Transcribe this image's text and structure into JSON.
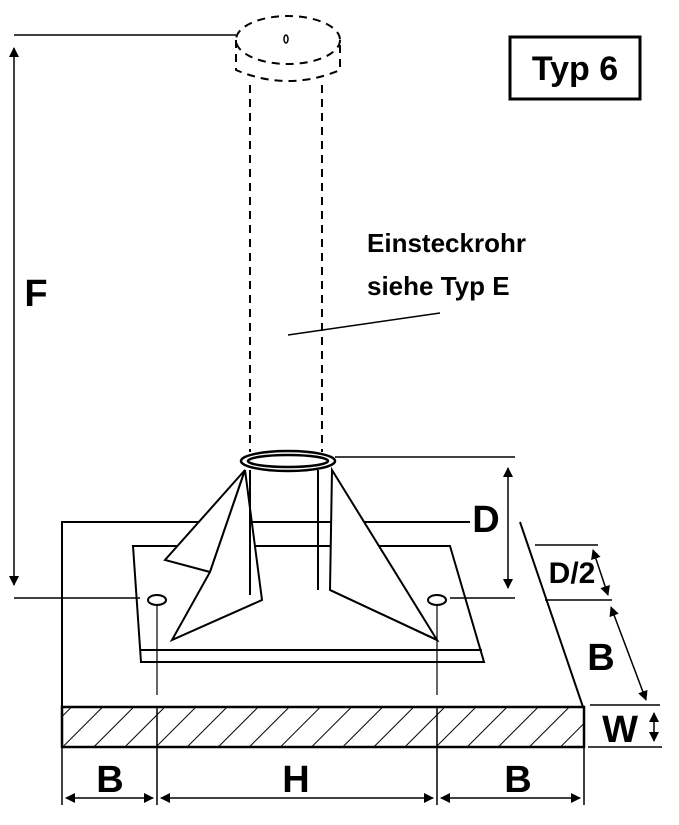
{
  "title": "Typ 6",
  "annotation": {
    "line1": "Einsteckrohr",
    "line2": "siehe Typ E"
  },
  "dimensions": {
    "F": "F",
    "D": "D",
    "D_half": "D/2",
    "B_right": "B",
    "W": "W",
    "B_left": "B",
    "H": "H",
    "B_bottom_right": "B"
  },
  "colors": {
    "ink": "#000000",
    "background": "#ffffff"
  }
}
